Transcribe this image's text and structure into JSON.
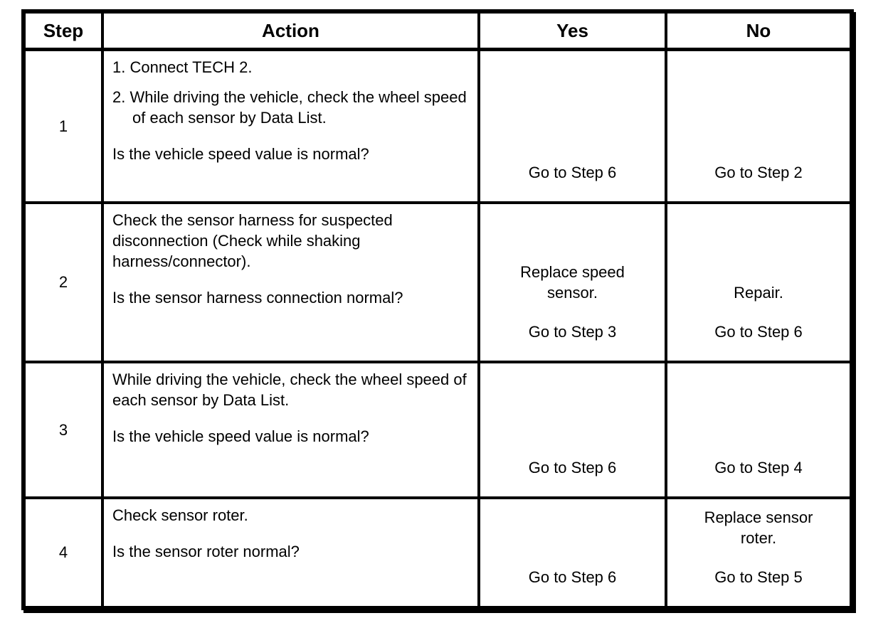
{
  "page": {
    "background_color": "#ffffff",
    "border_color": "#000000"
  },
  "table": {
    "headers": {
      "step": "Step",
      "action": "Action",
      "yes": "Yes",
      "no": "No"
    },
    "rows": [
      {
        "step": "1",
        "action": {
          "list": [
            "1. Connect TECH 2.",
            "2. While driving the vehicle, check the wheel speed of each sensor by Data List."
          ],
          "question": "Is the vehicle speed value is normal?"
        },
        "yes": {
          "goto": "Go to Step 6"
        },
        "no": {
          "goto": "Go to Step 2"
        }
      },
      {
        "step": "2",
        "action": {
          "paragraph": "Check the sensor harness for suspected disconnection (Check while shaking harness/connector).",
          "question": "Is the sensor harness connection normal?"
        },
        "yes": {
          "note": "Replace speed sensor.",
          "goto": "Go to Step 3"
        },
        "no": {
          "note": "Repair.",
          "goto": "Go to Step 6"
        }
      },
      {
        "step": "3",
        "action": {
          "paragraph": "While driving the vehicle, check the wheel speed of each sensor by Data List.",
          "question": "Is the vehicle speed value is normal?"
        },
        "yes": {
          "goto": "Go to Step 6"
        },
        "no": {
          "goto": "Go to Step 4"
        }
      },
      {
        "step": "4",
        "action": {
          "paragraph": "Check sensor roter.",
          "question": "Is the sensor roter normal?"
        },
        "yes": {
          "goto": "Go to Step 6"
        },
        "no": {
          "note": "Replace sensor roter.",
          "goto": "Go to Step 5"
        }
      }
    ]
  }
}
